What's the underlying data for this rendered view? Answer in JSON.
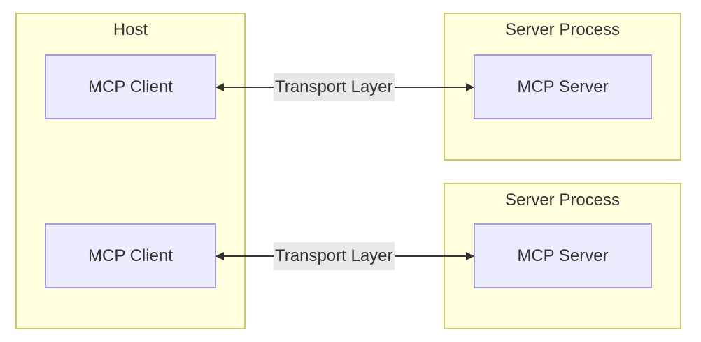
{
  "groups": {
    "host": {
      "title": "Host"
    },
    "server_process_1": {
      "title": "Server Process"
    },
    "server_process_2": {
      "title": "Server Process"
    }
  },
  "nodes": {
    "client_1": "MCP Client",
    "client_2": "MCP Client",
    "server_1": "MCP Server",
    "server_2": "MCP Server"
  },
  "edges": [
    {
      "from": "client_1",
      "to": "server_1",
      "label": "Transport Layer",
      "bidirectional": true
    },
    {
      "from": "client_2",
      "to": "server_2",
      "label": "Transport Layer",
      "bidirectional": true
    }
  ],
  "colors": {
    "group_fill": "#ffffde",
    "group_border": "#c8c86e",
    "node_fill": "#ececff",
    "node_border": "#a99bd6",
    "edge_line": "#333333",
    "edge_label_bg": "#e8e8e8"
  }
}
